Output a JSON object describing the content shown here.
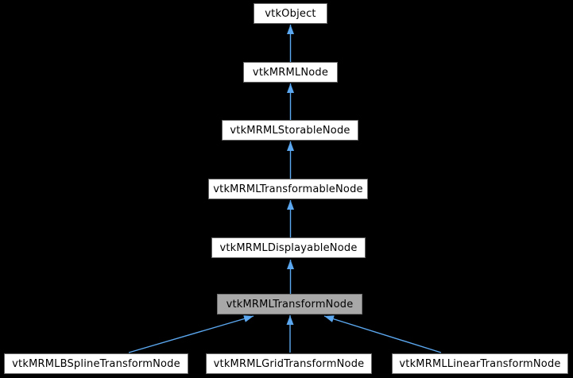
{
  "diagram": {
    "type": "class-inheritance-graph",
    "nodes": [
      {
        "id": "vtkObject",
        "label": "vtkObject",
        "highlighted": false
      },
      {
        "id": "vtkMRMLNode",
        "label": "vtkMRMLNode",
        "highlighted": false
      },
      {
        "id": "vtkMRMLStorableNode",
        "label": "vtkMRMLStorableNode",
        "highlighted": false
      },
      {
        "id": "vtkMRMLTransformableNode",
        "label": "vtkMRMLTransformableNode",
        "highlighted": false
      },
      {
        "id": "vtkMRMLDisplayableNode",
        "label": "vtkMRMLDisplayableNode",
        "highlighted": false
      },
      {
        "id": "vtkMRMLTransformNode",
        "label": "vtkMRMLTransformNode",
        "highlighted": true
      },
      {
        "id": "vtkMRMLBSplineTransformNode",
        "label": "vtkMRMLBSplineTransformNode",
        "highlighted": false
      },
      {
        "id": "vtkMRMLGridTransformNode",
        "label": "vtkMRMLGridTransformNode",
        "highlighted": false
      },
      {
        "id": "vtkMRMLLinearTransformNode",
        "label": "vtkMRMLLinearTransformNode",
        "highlighted": false
      }
    ],
    "edges": [
      {
        "from": "vtkMRMLNode",
        "to": "vtkObject",
        "relation": "inherits"
      },
      {
        "from": "vtkMRMLStorableNode",
        "to": "vtkMRMLNode",
        "relation": "inherits"
      },
      {
        "from": "vtkMRMLTransformableNode",
        "to": "vtkMRMLStorableNode",
        "relation": "inherits"
      },
      {
        "from": "vtkMRMLDisplayableNode",
        "to": "vtkMRMLTransformableNode",
        "relation": "inherits"
      },
      {
        "from": "vtkMRMLTransformNode",
        "to": "vtkMRMLDisplayableNode",
        "relation": "inherits"
      },
      {
        "from": "vtkMRMLBSplineTransformNode",
        "to": "vtkMRMLTransformNode",
        "relation": "inherits"
      },
      {
        "from": "vtkMRMLGridTransformNode",
        "to": "vtkMRMLTransformNode",
        "relation": "inherits"
      },
      {
        "from": "vtkMRMLLinearTransformNode",
        "to": "vtkMRMLTransformNode",
        "relation": "inherits"
      }
    ],
    "colors": {
      "background": "#000000",
      "node_fill": "#ffffff",
      "node_border": "#666666",
      "highlight_fill": "#a8a8a8",
      "highlight_border": "#737373",
      "arrow": "#5ba8f0",
      "text": "#000000"
    }
  }
}
